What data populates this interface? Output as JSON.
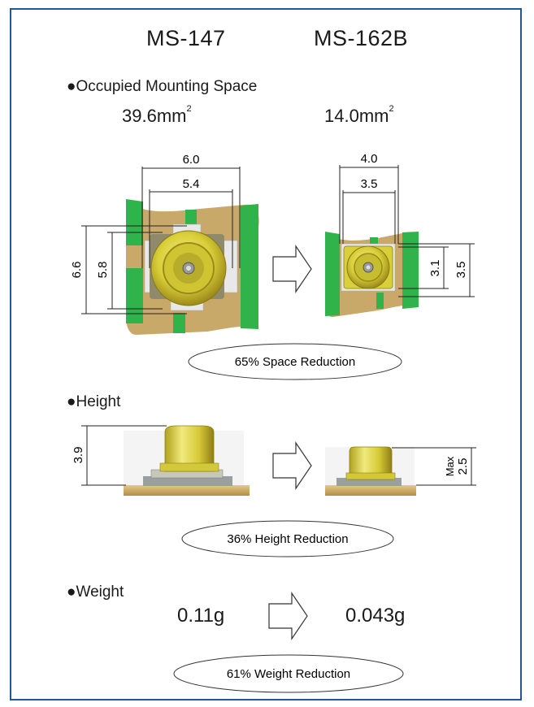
{
  "models": {
    "left": "MS-147",
    "right": "MS-162B"
  },
  "sections": {
    "space": {
      "title": "Occupied Mounting Space",
      "left_value": "39.6mm",
      "right_value": "14.0mm",
      "unit_superscript": "2",
      "reduction": "65% Space Reduction",
      "dims": {
        "left_outer_width": "6.0",
        "left_inner_width": "5.4",
        "left_outer_height": "6.6",
        "left_inner_height": "5.8",
        "right_outer_width": "4.0",
        "right_inner_width": "3.5",
        "right_inner_height": "3.1",
        "right_outer_height": "3.5"
      }
    },
    "height": {
      "title": "Height",
      "left_height": "3.9",
      "right_prefix": "Max",
      "right_height": "2.5",
      "reduction": "36% Height Reduction"
    },
    "weight": {
      "title": "Weight",
      "left_value": "0.11g",
      "right_value": "0.043g",
      "reduction": "61% Weight Reduction"
    }
  },
  "colors": {
    "border": "#1f5a98",
    "pcb_green": "#2fb34a",
    "pcb_tan": "#c9a96a",
    "connector_gold": "#d8cf3a",
    "pad_white": "#e8e8e8"
  }
}
